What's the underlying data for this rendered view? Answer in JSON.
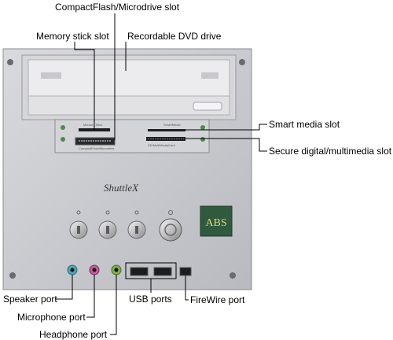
{
  "labels": {
    "compactflash": "CompactFlash/Microdrive slot",
    "memorystick": "Memory stick slot",
    "dvd": "Recordable DVD drive",
    "smartmedia": "Smart media slot",
    "sd": "Secure digital/multimedia slot",
    "speaker": "Speaker port",
    "microphone": "Microphone port",
    "headphone": "Headphone port",
    "usb": "USB ports",
    "firewire": "FireWire port"
  },
  "panel": {
    "brand": "ShuttleX",
    "badge": "ABS",
    "memstick_text": "Memory Stick",
    "cf_text": "CompactFlash/Microdrive",
    "sm_text": "SmartMedia",
    "sd_text": "SD/MultiMediaCard"
  },
  "colors": {
    "panel": "#cfd0d4",
    "drive": "#e4e4e6",
    "speaker_jack": "#4aa6b8",
    "mic_jack": "#c25a98",
    "headphone_jack": "#7fae4a",
    "badge_bg": "#2f5a3e"
  }
}
